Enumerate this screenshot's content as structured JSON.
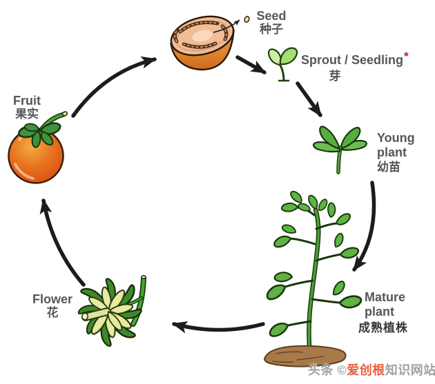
{
  "diagram": {
    "subject_flow": [
      "Seed",
      "Sprout / Seedling",
      "Young plant",
      "Mature plant",
      "Flower",
      "Fruit",
      "Seed"
    ]
  },
  "labels": {
    "seed": {
      "en": "Seed",
      "zh": "种子"
    },
    "sprout": {
      "en": "Sprout / Seedling",
      "marker": "*",
      "zh": "芽"
    },
    "young": {
      "en1": "Young",
      "en2": "plant",
      "zh": "幼苗"
    },
    "mature": {
      "en1": "Mature",
      "en2": "plant",
      "zh": "成熟植株"
    },
    "flower": {
      "en": "Flower",
      "zh": "花"
    },
    "fruit": {
      "en": "Fruit",
      "zh": "果实"
    }
  },
  "watermark": {
    "prefix": "头条 ©",
    "brand": "爱创根",
    "suffix": "知识网站"
  },
  "icons": [
    "cut-tomato-icon",
    "seed-icon",
    "sprout-icon",
    "young-plant-icon",
    "mature-plant-icon",
    "flower-icon",
    "fruit-tomato-icon",
    "soil-icon",
    "cycle-arrow-icon"
  ],
  "colors": {
    "label_gray": "#55565a",
    "asterisk_red": "#cc1111",
    "watermark_gray": "#9a9a9a",
    "watermark_brand": "#e8512c",
    "arrow_black": "#1c1c1c",
    "tomato_orange": "#e2571b",
    "tomato_flesh": "#f1bd97",
    "leaf_green": "#5fb243",
    "sprout_green": "#a6dc72",
    "petal_yellow": "#e6eba0",
    "soil_brown": "#a87a49"
  }
}
